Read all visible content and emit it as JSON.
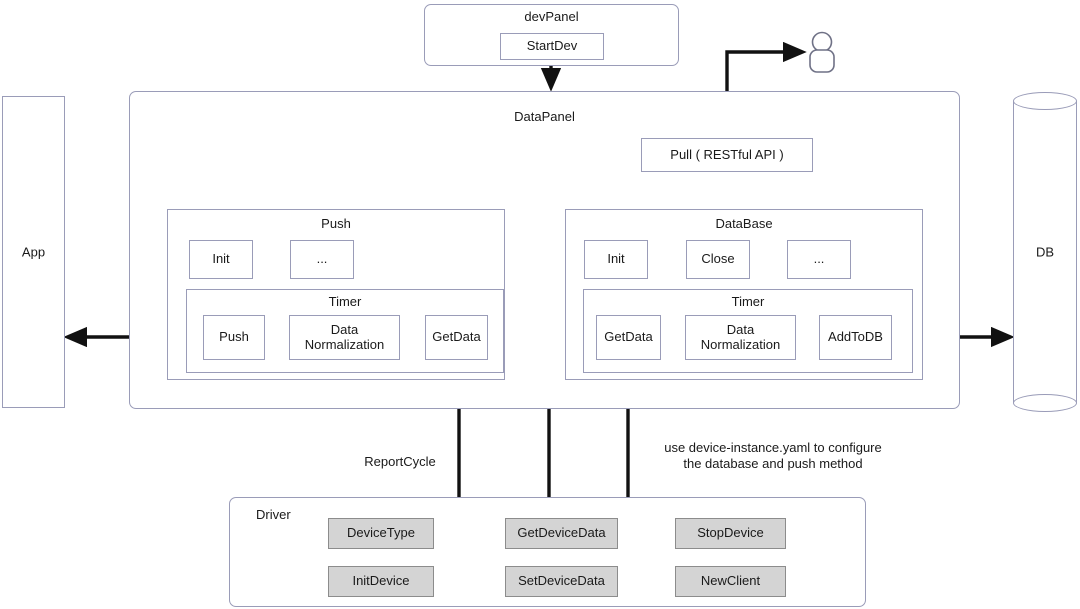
{
  "diagram": {
    "title": "KubeEdge device mapper architecture",
    "colors": {
      "box_border": "#9a9cb8",
      "leaf_fill": "#ffffff",
      "driver_leaf_fill": "#d4d4d4",
      "driver_leaf_border": "#8c8c8c",
      "arrow": "#111111",
      "background": "#ffffff",
      "text": "#1a1a1a"
    },
    "containers": {
      "dev_panel": {
        "label": "devPanel"
      },
      "data_panel": {
        "label": "DataPanel"
      },
      "push": {
        "label": "Push"
      },
      "push_timer": {
        "label": "Timer"
      },
      "database": {
        "label": "DataBase"
      },
      "database_timer": {
        "label": "Timer"
      },
      "driver": {
        "label": "Driver"
      }
    },
    "nodes": {
      "start_dev": {
        "label": "StartDev"
      },
      "app": {
        "label": "App"
      },
      "db": {
        "label": "DB"
      },
      "pull_api": {
        "label": "Pull ( RESTful API )"
      },
      "user": {
        "label": "user-icon"
      }
    },
    "push_methods": [
      {
        "label": "Init"
      },
      {
        "label": "..."
      }
    ],
    "push_timer_steps": [
      {
        "label": "Push"
      },
      {
        "label": "Data\nNormalization"
      },
      {
        "label": "GetData"
      }
    ],
    "database_methods": [
      {
        "label": "Init"
      },
      {
        "label": "Close"
      },
      {
        "label": "..."
      }
    ],
    "database_timer_steps": [
      {
        "label": "GetData"
      },
      {
        "label": "Data\nNormalization"
      },
      {
        "label": "AddToDB"
      }
    ],
    "driver_methods_row1": [
      {
        "label": "DeviceType"
      },
      {
        "label": "GetDeviceData"
      },
      {
        "label": "StopDevice"
      }
    ],
    "driver_methods_row2": [
      {
        "label": "InitDevice"
      },
      {
        "label": "SetDeviceData"
      },
      {
        "label": "NewClient"
      }
    ],
    "annotations": {
      "report_cycle": "ReportCycle",
      "yaml_note": "use device-instance.yaml to configure\nthe database and push method"
    }
  }
}
